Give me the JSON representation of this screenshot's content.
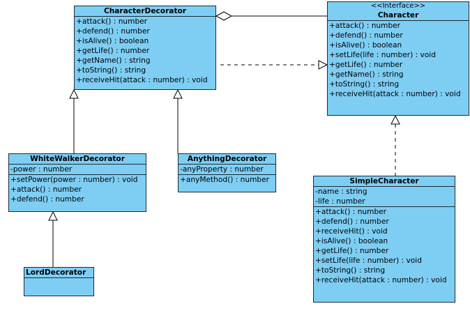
{
  "diagram": {
    "colors": {
      "class_fill": "#7ecef4",
      "border": "#1a2a33",
      "line": "#000000"
    },
    "classes": {
      "character_decorator": {
        "name": "CharacterDecorator",
        "attributes": [],
        "methods": [
          "+attack() : number",
          "+defend() : number",
          "+isAlive() : boolean",
          "+getLife() : number",
          "+getName() : string",
          "+toString() : string",
          "+receiveHit(attack : number) : void"
        ]
      },
      "character": {
        "stereotype": "<<Interface>>",
        "name": "Character",
        "methods": [
          "+attack() : number",
          "+defend() : number",
          "+isAlive() : boolean",
          "+setLife(life : number) : void",
          "+getLife() : number",
          "+getName() : string",
          "+toString() : string",
          "+receiveHit(attack : number) : void"
        ]
      },
      "white_walker_decorator": {
        "name": "WhiteWalkerDecorator",
        "attributes": [
          "-power : number"
        ],
        "methods": [
          "+setPower(power : number) : void",
          "+attack() : number",
          "+defend() : number"
        ]
      },
      "anything_decorator": {
        "name": "AnythingDecorator",
        "attributes": [
          "-anyProperty : number"
        ],
        "methods": [
          "+anyMethod() : number"
        ]
      },
      "simple_character": {
        "name": "SimpleCharacter",
        "attributes": [
          "-name : string",
          "-life : number"
        ],
        "methods": [
          "+attack() : number",
          "+defend() : number",
          "+receiveHit() : void",
          "+isAlive() : boolean",
          "+getLife() : number",
          "+setLife(life : number) : void",
          "+toString() : string",
          "+receiveHit(attack : number) : void"
        ]
      },
      "lord_decorator": {
        "name": "LordDecorator",
        "attributes": [],
        "methods": []
      }
    },
    "relationships": [
      {
        "type": "aggregation",
        "from": "CharacterDecorator",
        "to": "Character"
      },
      {
        "type": "realization",
        "from": "CharacterDecorator",
        "to": "Character"
      },
      {
        "type": "realization",
        "from": "SimpleCharacter",
        "to": "Character"
      },
      {
        "type": "generalization",
        "from": "WhiteWalkerDecorator",
        "to": "CharacterDecorator"
      },
      {
        "type": "generalization",
        "from": "AnythingDecorator",
        "to": "CharacterDecorator"
      },
      {
        "type": "generalization",
        "from": "LordDecorator",
        "to": "WhiteWalkerDecorator"
      }
    ]
  }
}
